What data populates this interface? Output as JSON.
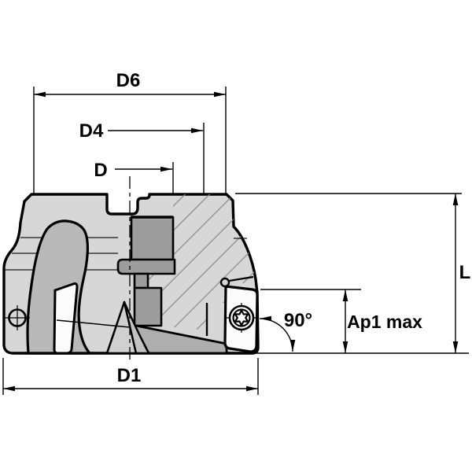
{
  "drawing": {
    "kind": "technical-dimension-drawing",
    "labels": {
      "d6": "D6",
      "d4": "D4",
      "d": "D",
      "d1": "D1",
      "l": "L",
      "ap1": "Ap1 max",
      "angle": "90°"
    },
    "colors": {
      "outline": "#000000",
      "body_fill": "#d7d7d7",
      "flute_fill": "#b9b9b9",
      "bore_fill": "#9d9d9d",
      "tooth_fill": "#aeaeae",
      "insert_fill": "#fcfcfc",
      "hatch_line": "#8a8a8a",
      "background": "#ffffff"
    }
  }
}
